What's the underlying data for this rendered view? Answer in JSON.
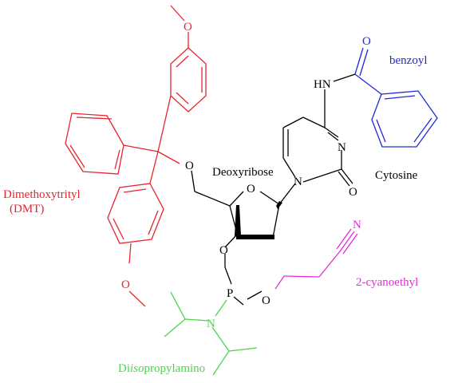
{
  "atoms": {
    "o_top": "O",
    "o_trityl": "O",
    "o_bottom": "O",
    "o_ring": "O",
    "nh": "HN",
    "o_carbonyl": "O",
    "n1": "N",
    "n3": "N",
    "o_c2": "O",
    "o_3p": "O",
    "p": "P",
    "o_cyano": "O",
    "n_amino": "N",
    "n_nitrile": "N"
  },
  "labels": {
    "benzoyl": "benzoyl",
    "deoxyribose": "Deoxyribose",
    "cytosine": "Cytosine",
    "dmt_line1": "Dimethoxytrityl",
    "dmt_line2": "(DMT)",
    "cyanoethyl": "2-cyanoethyl",
    "diisopropylamino": {
      "pre": "Di",
      "italic": "iso",
      "post": "propylamino"
    }
  },
  "colors": {
    "dmt": "#e8232e",
    "benzoyl": "#1f2ad6",
    "cyanoethyl": "#e62ad8",
    "diisopropylamino": "#49d64a",
    "core": "#000000"
  }
}
